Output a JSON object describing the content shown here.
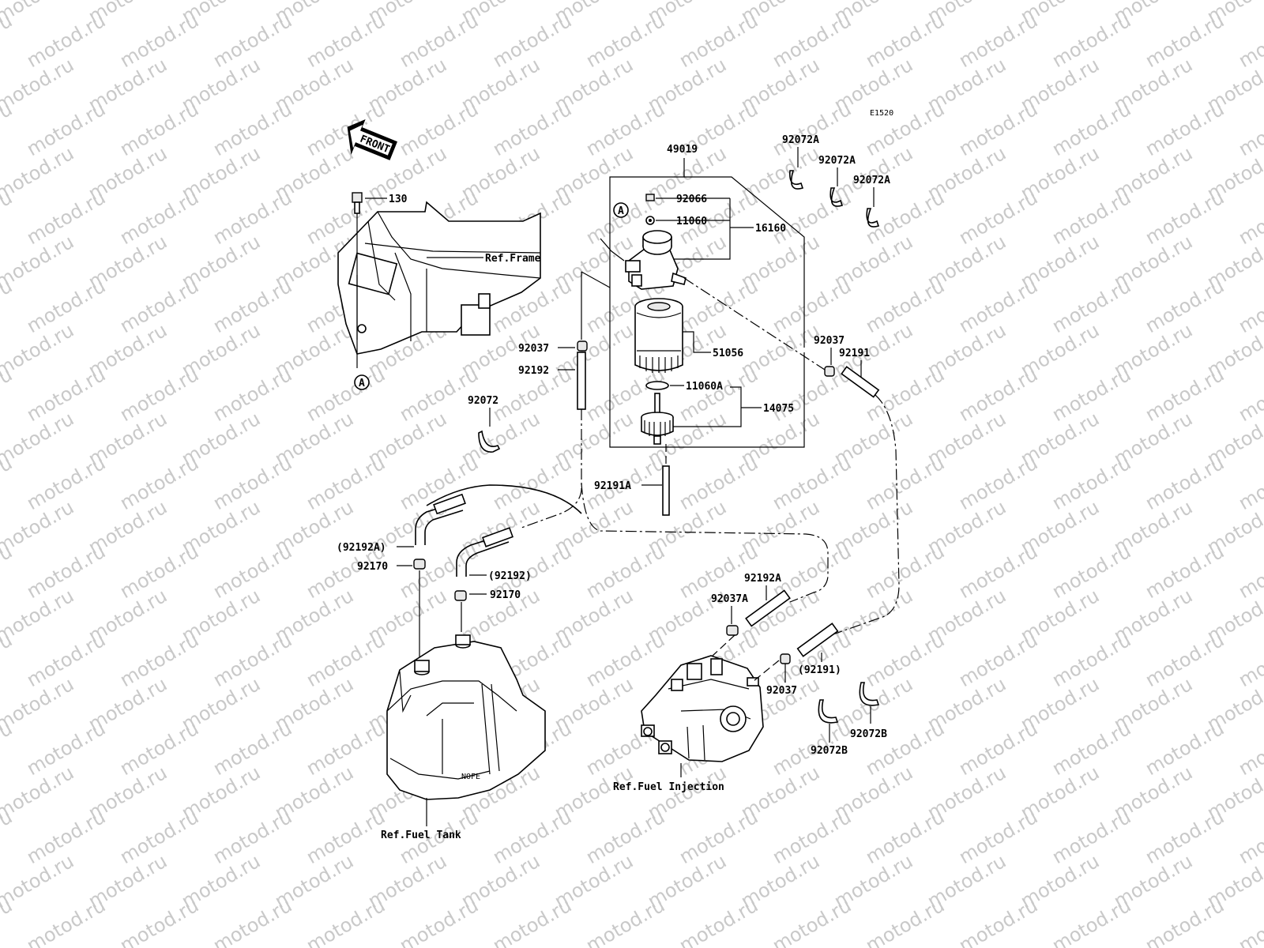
{
  "diagram": {
    "code": "E1520",
    "front_label": "FRONT",
    "ref_labels": {
      "frame": "Ref.Frame",
      "fuel_tank": "Ref.Fuel Tank",
      "fuel_injection": "Ref.Fuel Injection"
    },
    "callout_markers": {
      "a1": "A",
      "a2": "A"
    },
    "parts": {
      "p130": "130",
      "p49019": "49019",
      "p92066": "92066",
      "p11060": "11060",
      "p16160": "16160",
      "p92072a_1": "92072A",
      "p92072a_2": "92072A",
      "p92072a_3": "92072A",
      "p92037_left": "92037",
      "p92192_left": "92192",
      "p51056": "51056",
      "p11060a": "11060A",
      "p14075": "14075",
      "p92037_right": "92037",
      "p92191": "92191",
      "p92072": "92072",
      "p92191a": "92191A",
      "p92192a_paren": "(92192A)",
      "p92170_1": "92170",
      "p92192_paren": "(92192)",
      "p92170_2": "92170",
      "p92192a": "92192A",
      "p92037a": "92037A",
      "p92191_paren": "(92191)",
      "p92037_bottom": "92037",
      "p92072b_1": "92072B",
      "p92072b_2": "92072B"
    },
    "watermark": "motod.ru"
  }
}
